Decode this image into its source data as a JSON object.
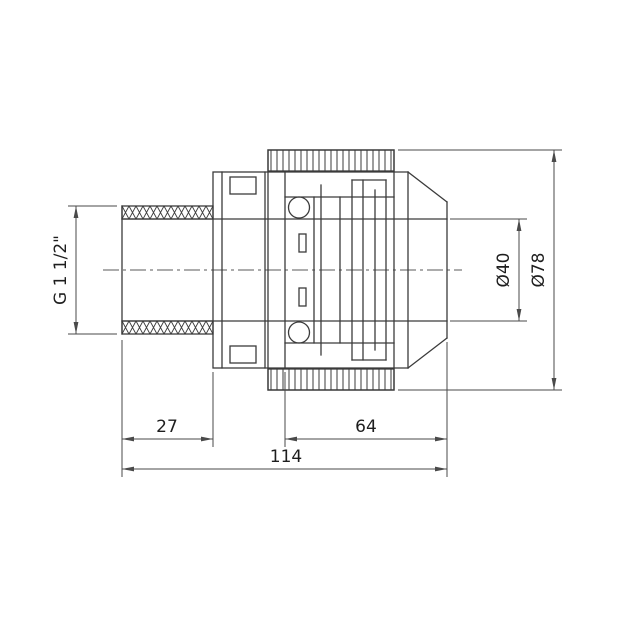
{
  "drawing": {
    "labels": {
      "thread_spec": "G 1 1/2\"",
      "inner_diameter": "Ø40",
      "outer_diameter": "Ø78",
      "thread_length": "27",
      "nut_length": "64",
      "total_length": "114"
    }
  }
}
